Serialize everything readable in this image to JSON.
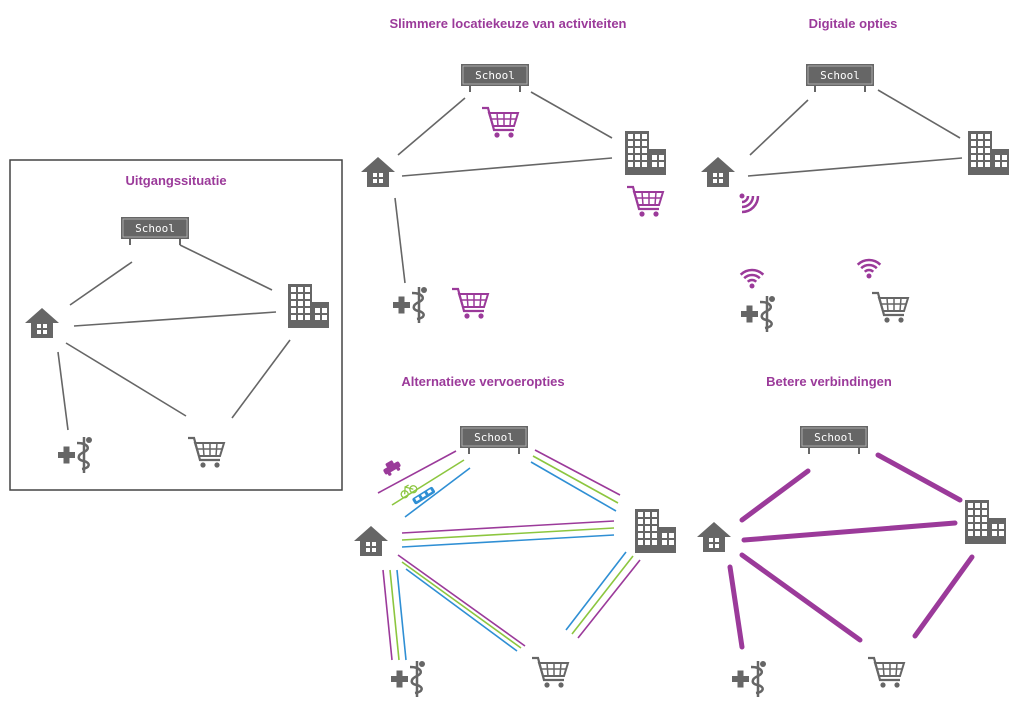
{
  "colors": {
    "title": "#9b3a9a",
    "icon": "#666666",
    "accent": "#9b3a9a",
    "line": "#666666",
    "green": "#8cc63f",
    "blue": "#2f8fd4"
  },
  "panels": [
    {
      "id": "uitgang",
      "title": "Uitgangssituatie",
      "school_label": "School"
    },
    {
      "id": "locatie",
      "title": "Slimmere locatiekeuze van activiteiten",
      "school_label": "School"
    },
    {
      "id": "digitaal",
      "title": "Digitale opties",
      "school_label": "School"
    },
    {
      "id": "vervoer",
      "title": "Alternatieve vervoeropties",
      "school_label": "School"
    },
    {
      "id": "verbind",
      "title": "Betere verbindingen",
      "school_label": "School"
    }
  ],
  "icons": {
    "home": "house-icon",
    "school": "school-sign-icon",
    "work": "office-building-icon",
    "health": "healthcare-icon",
    "shop": "shopping-cart-icon",
    "wifi": "wifi-signal-icon",
    "car": "car-icon",
    "bike": "bicycle-icon",
    "train": "train-icon"
  }
}
